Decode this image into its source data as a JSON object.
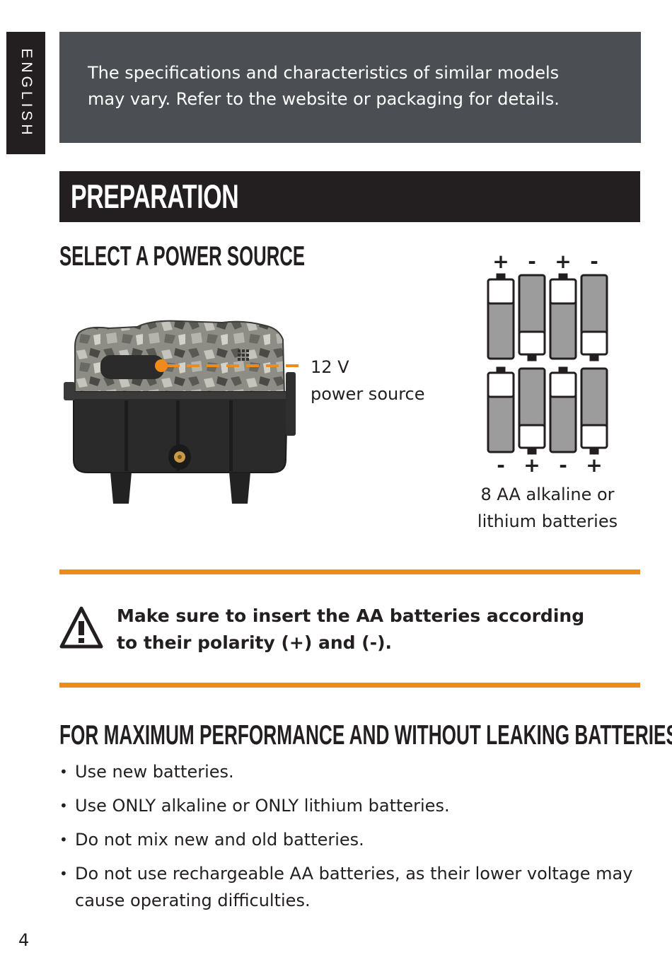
{
  "sidebar": {
    "language": "ENGLISH"
  },
  "notice": {
    "line1": "The specifications and characteristics of similar models",
    "line2": "may vary. Refer to the website or packaging for details."
  },
  "section": {
    "title": "PREPARATION"
  },
  "power": {
    "heading": "SELECT A POWER SOURCE",
    "source_line1": "12 V",
    "source_line2": "power source",
    "top_polarity": [
      "+",
      "-",
      "+",
      "-"
    ],
    "bottom_polarity": [
      "-",
      "+",
      "-",
      "+"
    ],
    "battery_line1": "8 AA alkaline or",
    "battery_line2": "lithium batteries"
  },
  "warning": {
    "line1": "Make sure to insert the AA batteries according",
    "line2": "to their polarity (+) and (-)."
  },
  "performance": {
    "heading": "FOR MAXIMUM PERFORMANCE AND WITHOUT LEAKING BATTERIES",
    "tips": [
      "Use new batteries.",
      "Use ONLY alkaline or ONLY lithium batteries.",
      "Do not mix new and old batteries.",
      "Do not use rechargeable AA batteries, as their lower voltage may cause operating difficulties."
    ]
  },
  "footer": {
    "page_number": "4"
  },
  "colors": {
    "accent": "#f08a1c",
    "dark": "#231f20",
    "notice_bg": "#4b4e52"
  }
}
